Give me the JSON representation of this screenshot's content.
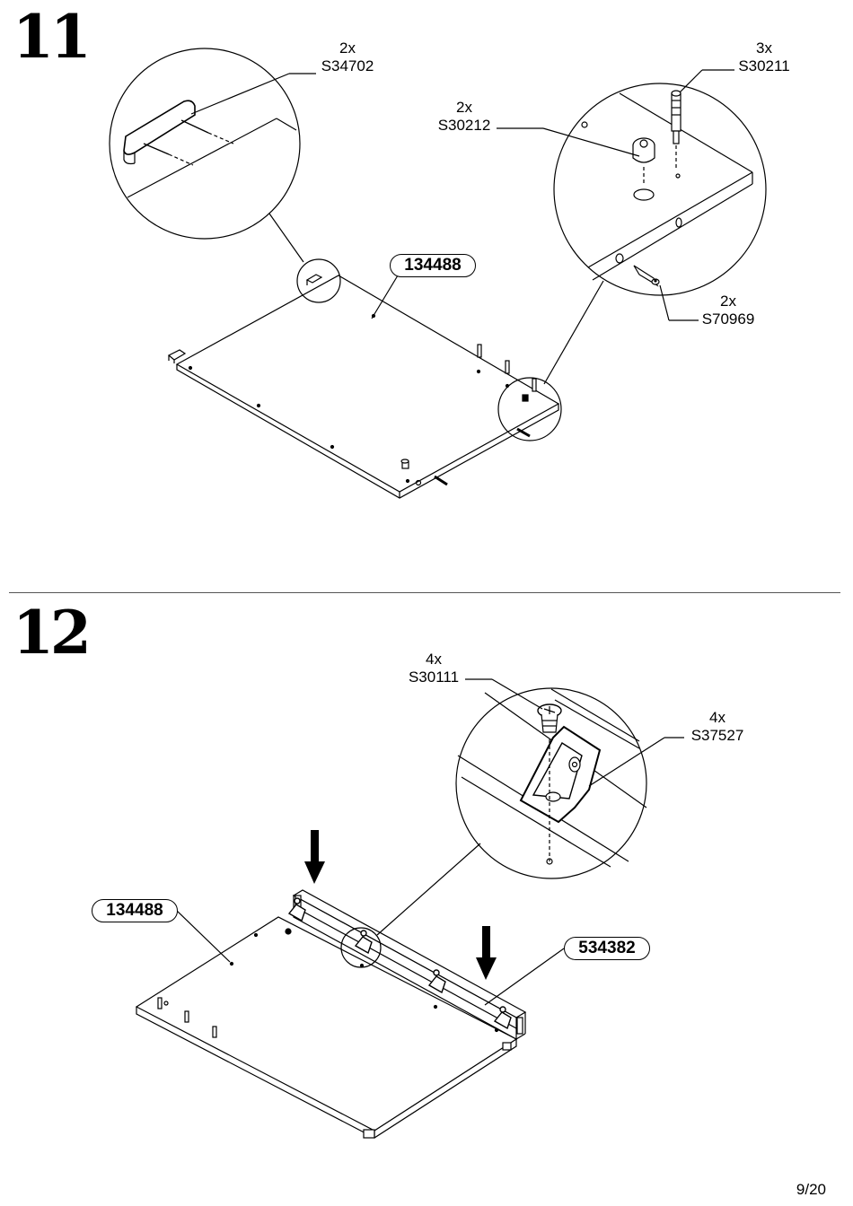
{
  "steps": [
    {
      "number": "11",
      "board_code": "134488",
      "parts": [
        {
          "qty": "2x",
          "code": "S34702"
        },
        {
          "qty": "3x",
          "code": "S30211"
        },
        {
          "qty": "2x",
          "code": "S30212"
        },
        {
          "qty": "2x",
          "code": "S70969"
        }
      ]
    },
    {
      "number": "12",
      "board_code": "134488",
      "rail_code": "534382",
      "parts": [
        {
          "qty": "4x",
          "code": "S30111"
        },
        {
          "qty": "4x",
          "code": "S37527"
        }
      ]
    }
  ],
  "page": "9/20"
}
